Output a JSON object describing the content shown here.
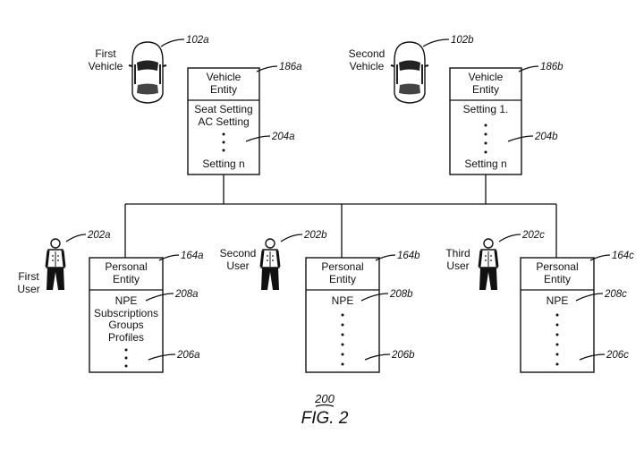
{
  "figure": {
    "number": "200",
    "caption": "FIG. 2"
  },
  "vehicles": [
    {
      "label_line1": "First",
      "label_line2": "Vehicle",
      "ref": "102a",
      "entity": {
        "title_line1": "Vehicle",
        "title_line2": "Entity",
        "ref": "186a",
        "settings": [
          "Seat Setting",
          "AC Setting"
        ],
        "last_setting": "Setting n",
        "settings_ref": "204a"
      }
    },
    {
      "label_line1": "Second",
      "label_line2": "Vehicle",
      "ref": "102b",
      "entity": {
        "title_line1": "Vehicle",
        "title_line2": "Entity",
        "ref": "186b",
        "settings": [
          "Setting 1."
        ],
        "last_setting": "Setting n",
        "settings_ref": "204b"
      }
    }
  ],
  "users": [
    {
      "label_line1": "First",
      "label_line2": "User",
      "ref": "202a",
      "entity": {
        "title_line1": "Personal",
        "title_line2": "Entity",
        "ref": "164a",
        "npe": "NPE",
        "npe_ref": "208a",
        "items": [
          "Subscriptions",
          "Groups",
          "Profiles"
        ],
        "body_ref": "206a"
      }
    },
    {
      "label_line1": "Second",
      "label_line2": "User",
      "ref": "202b",
      "entity": {
        "title_line1": "Personal",
        "title_line2": "Entity",
        "ref": "164b",
        "npe": "NPE",
        "npe_ref": "208b",
        "items": [],
        "body_ref": "206b"
      }
    },
    {
      "label_line1": "Third",
      "label_line2": "User",
      "ref": "202c",
      "entity": {
        "title_line1": "Personal",
        "title_line2": "Entity",
        "ref": "164c",
        "npe": "NPE",
        "npe_ref": "208c",
        "items": [],
        "body_ref": "206c"
      }
    }
  ]
}
